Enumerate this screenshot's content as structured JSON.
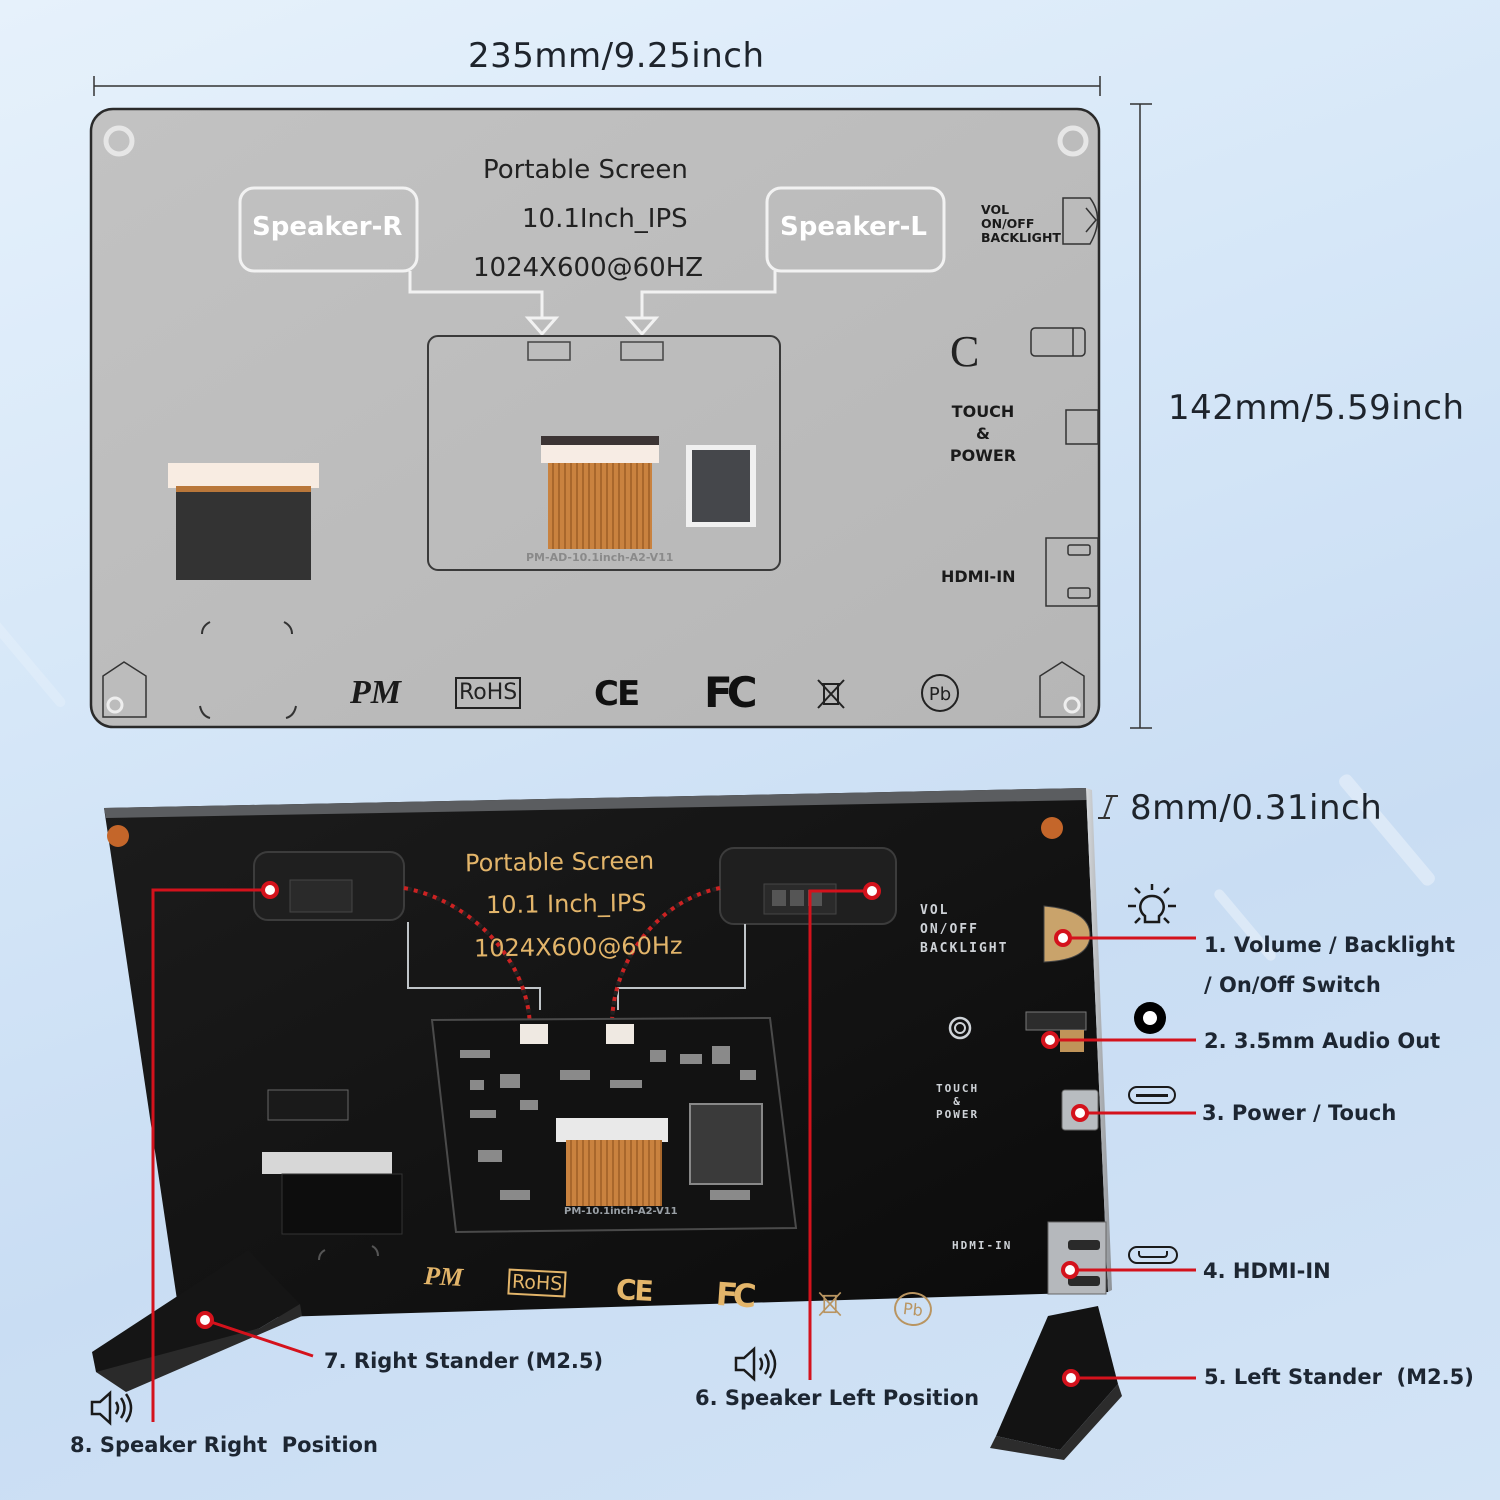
{
  "dimensions": {
    "width": "235mm/9.25inch",
    "height": "142mm/5.59inch",
    "thickness": "8mm/0.31inch"
  },
  "diagram": {
    "title_lines": [
      "Portable Screen",
      "10.1Inch_IPS",
      "1024X600@60HZ"
    ],
    "speaker_right": "Speaker-R",
    "speaker_left": "Speaker-L",
    "vol_label_lines": [
      "VOL",
      "ON/OFF",
      "BACKLIGHT"
    ],
    "audio_symbol": "C",
    "touch_power_lines": [
      "TOUCH",
      "&",
      "POWER"
    ],
    "hdmi_label": "HDMI-IN",
    "board_code": "PM-AD-10.1inch-A2-V11",
    "cert_marks": [
      "PM",
      "RoHS",
      "CE",
      "FC",
      "weee-bin-icon",
      "Pb"
    ]
  },
  "photo": {
    "title_lines": [
      "Portable Screen",
      "10.1 Inch_IPS",
      "1024X600@60Hz"
    ],
    "vol_label_lines": [
      "VOL",
      "ON/OFF",
      "BACKLIGHT"
    ],
    "touch_power_lines": [
      "TOUCH",
      "&",
      "POWER"
    ],
    "hdmi_label": "HDMI-IN",
    "board_code": "PM-10.1inch-A2-V11",
    "cert_marks": [
      "PM",
      "RoHS",
      "CE",
      "FC",
      "weee-bin-icon",
      "Pb"
    ]
  },
  "callouts": [
    {
      "num": "1",
      "lines": [
        "1. Volume / Backlight",
        "/ On/Off Switch"
      ],
      "icon": "lightbulb-icon"
    },
    {
      "num": "2",
      "lines": [
        "2. 3.5mm Audio Out"
      ],
      "icon": "audio-jack-icon"
    },
    {
      "num": "3",
      "lines": [
        "3. Power / Touch"
      ],
      "icon": "usb-c-icon"
    },
    {
      "num": "4",
      "lines": [
        "4. HDMI-IN"
      ],
      "icon": "mini-hdmi-icon"
    },
    {
      "num": "5",
      "lines": [
        "5. Left Stander  (M2.5)"
      ]
    },
    {
      "num": "6",
      "lines": [
        "6. Speaker Left Position"
      ],
      "icon": "speaker-icon"
    },
    {
      "num": "7",
      "lines": [
        "7. Right Stander (M2.5)"
      ]
    },
    {
      "num": "8",
      "lines": [
        "8. Speaker Right  Position"
      ],
      "icon": "speaker-icon"
    }
  ],
  "colors": {
    "background": "#d6e7f8",
    "diagram_panel": "#bcbcbc",
    "device_body": "#141414",
    "silkscreen_gold": "#e3b56a",
    "callout_red": "#d4121c",
    "text_dark": "#1d2632"
  }
}
